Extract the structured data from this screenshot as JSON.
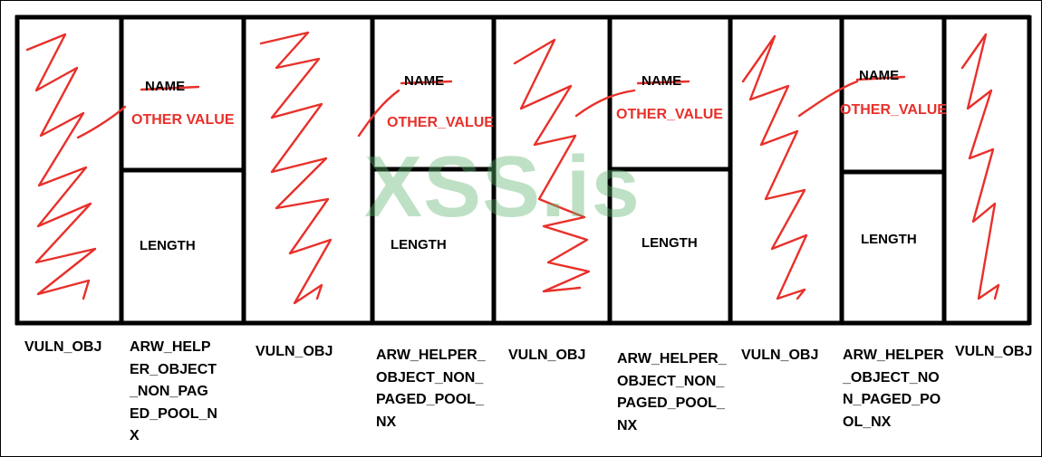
{
  "watermark": "XSS.is",
  "helper_cells": [
    {
      "name": "NAME",
      "other": "OTHER VALUE",
      "length": "LENGTH"
    },
    {
      "name": "NAME",
      "other": "OTHER_VALUE",
      "length": "LENGTH"
    },
    {
      "name": "NAME",
      "other": "OTHER_VALUE",
      "length": "LENGTH"
    },
    {
      "name": "NAME",
      "other": "OTHER_VALUE",
      "length": "LENGTH"
    }
  ],
  "bottom_labels": [
    "VULN_OBJ",
    "ARW_HELP\nER_OBJECT\n_NON_PAG\nED_POOL_N\nX",
    "VULN_OBJ",
    "ARW_HELPER_\nOBJECT_NON_\nPAGED_POOL_\nNX",
    "VULN_OBJ",
    "ARW_HELPER_\nOBJECT_NON_\nPAGED_POOL_\nNX",
    "VULN_OBJ",
    "ARW_HELPER\n_OBJECT_NO\nN_PAGED_PO\nOL_NX",
    "VULN_OBJ"
  ],
  "colors": {
    "scribble": "#e8302a",
    "line": "#000000",
    "watermark": "#5cb46e"
  }
}
